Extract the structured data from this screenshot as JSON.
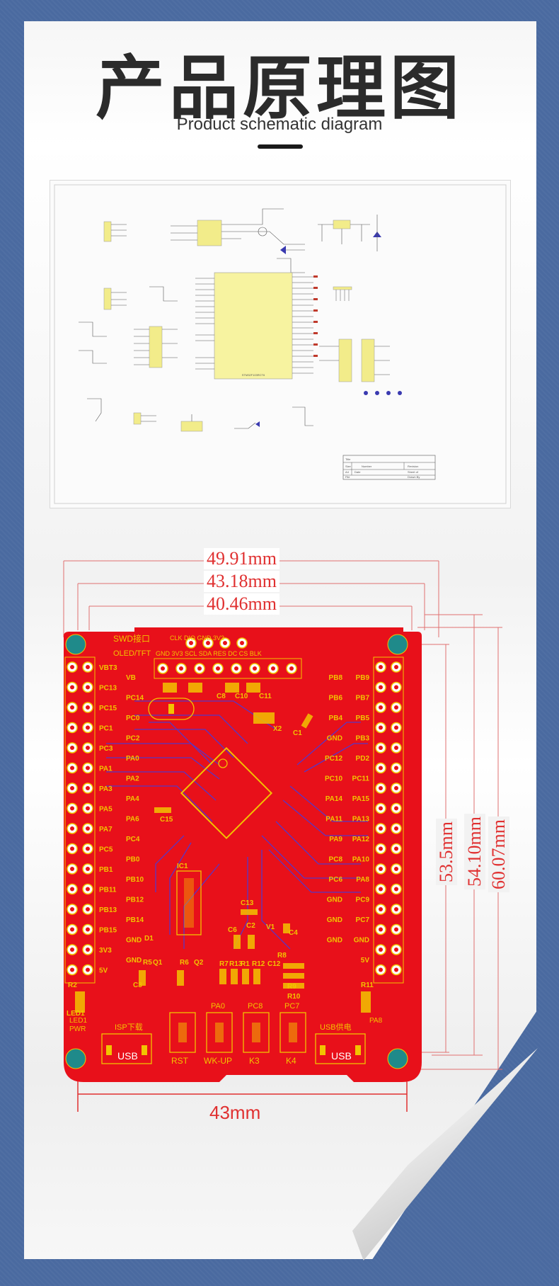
{
  "header": {
    "title": "产品原理图",
    "subtitle": "Product schematic diagram"
  },
  "colors": {
    "background": "#4a6aa0",
    "pcb_red": "#e8101a",
    "trace_blue": "#4a3ad8",
    "silk_yellow": "#f2c400",
    "dimension_red": "#e03030",
    "chip_yellow": "#f7f3a0"
  },
  "dimensions": {
    "top_1": "49.91mm",
    "top_2": "43.18mm",
    "top_3": "40.46mm",
    "right_1": "53.5mm",
    "right_2": "54.10mm",
    "right_3": "60.07mm",
    "bottom": "43mm"
  },
  "pcb": {
    "top_labels": {
      "swd": "SWD接口",
      "oled": "OLED/TFT",
      "header_row": "GND 3V3 SCL SDA RES DC CS BLK",
      "top_pins": "CLK DIO GND 3V3"
    },
    "left_column": [
      "VBT3",
      "PC13",
      "PC15",
      "PC1",
      "PC3",
      "PA1",
      "PA3",
      "PA5",
      "PA7",
      "PC5",
      "PB1",
      "PB11",
      "PB13",
      "PB15",
      "3V3",
      "5V"
    ],
    "left_column_2": [
      "VB",
      "PC14",
      "PC0",
      "PC2",
      "PA0",
      "PA2",
      "PA4",
      "PA6",
      "PC4",
      "PB0",
      "PB10",
      "PB12",
      "PB14",
      "GND",
      "GND"
    ],
    "right_column": [
      "PB9",
      "PB7",
      "PB5",
      "PB3",
      "PD2",
      "PC11",
      "PA15",
      "PA13",
      "PA12",
      "PA10",
      "PA8",
      "PC9",
      "PC7",
      "GND",
      "5V"
    ],
    "right_column_2": [
      "PB8",
      "PB6",
      "PB4",
      "GND",
      "PC12",
      "PC10",
      "PA14",
      "PA11",
      "PA9",
      "PC8",
      "PC6",
      "GND",
      "GND",
      "GND"
    ],
    "components": [
      "C8",
      "C10",
      "C11",
      "X2",
      "C15",
      "C1",
      "IC1",
      "C13",
      "C6",
      "C2",
      "V1",
      "D1",
      "R5",
      "Q1",
      "R6",
      "Q2",
      "R7",
      "R13",
      "R1",
      "R12",
      "C12",
      "R8",
      "R9",
      "R10",
      "C3",
      "C4",
      "R2",
      "R11",
      "LED1"
    ],
    "bottom_labels": {
      "isp": "ISP下载",
      "usb_left": "USB",
      "usb_right": "USB",
      "usb_power": "USB供电",
      "led": "LED1",
      "pwr": "PWR",
      "pa8": "PA8",
      "btn_labels": [
        "PA0",
        "PC8",
        "PC7"
      ],
      "keys": [
        "RST",
        "WK-UP",
        "K3",
        "K4"
      ]
    }
  },
  "schematic": {
    "chip_label": "STM32F103RCT6",
    "title_block": [
      "Title",
      "Size",
      "Number",
      "Revision",
      "A4",
      "Date",
      "Sheet of",
      "File",
      "Drawn By"
    ]
  }
}
